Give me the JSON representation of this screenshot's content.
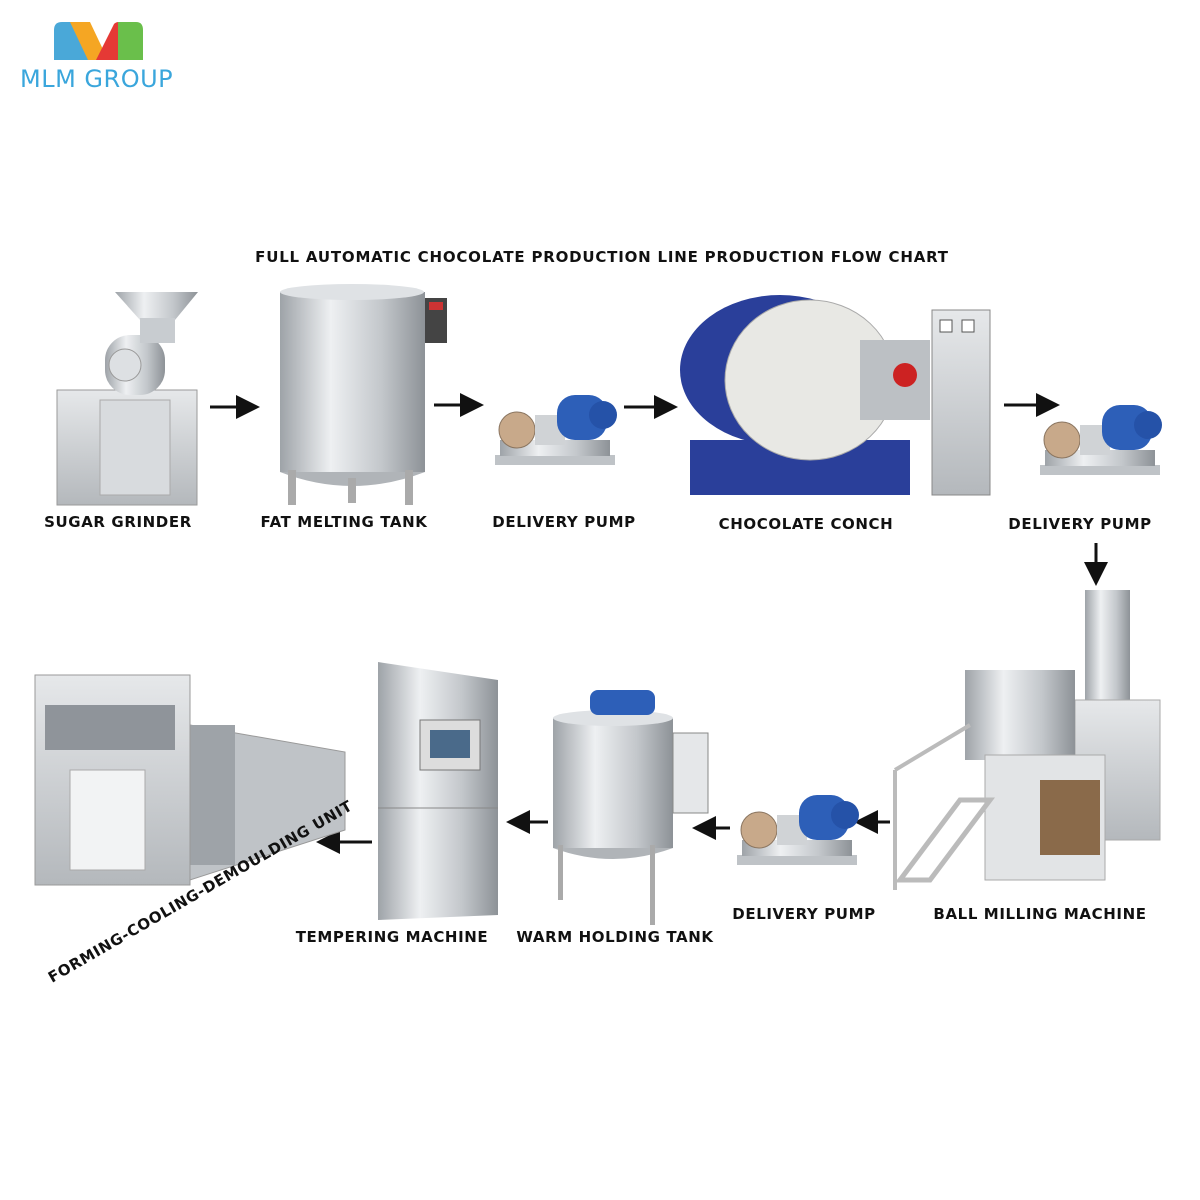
{
  "logo": {
    "text": "MLM GROUP",
    "colors": [
      "#4aa8d8",
      "#f5a623",
      "#e53935",
      "#6abf4b"
    ]
  },
  "title": "FULL AUTOMATIC CHOCOLATE PRODUCTION LINE PRODUCTION FLOW CHART",
  "steps": [
    {
      "label": "SUGAR GRINDER"
    },
    {
      "label": "FAT MELTING TANK"
    },
    {
      "label": "DELIVERY PUMP"
    },
    {
      "label": "CHOCOLATE CONCH"
    },
    {
      "label": "DELIVERY PUMP"
    },
    {
      "label": "BALL MILLING MACHINE"
    },
    {
      "label": "DELIVERY PUMP"
    },
    {
      "label": "WARM HOLDING TANK"
    },
    {
      "label": "TEMPERING MACHINE"
    },
    {
      "label": "FORMING-COOLING-DEMOULDING UNIT"
    }
  ],
  "colors": {
    "steel": "#c9ccd0",
    "motor_blue": "#2d5fb8",
    "conch_blue": "#2a3f9a",
    "arrow": "#111111"
  }
}
